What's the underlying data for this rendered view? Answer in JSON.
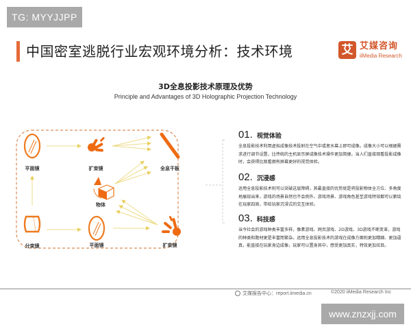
{
  "badge": {
    "text": "TG: MYYJJPP"
  },
  "header": {
    "title": "中国密室逃脱行业宏观环境分析：技术环境",
    "accent_color": "#e56b3a"
  },
  "logo": {
    "mark": "艾",
    "name_cn": "艾媒咨询",
    "name_en": "iiMedia Research",
    "color": "#d2572a"
  },
  "diagram": {
    "title": "3D全息投影技术原理及优势",
    "subtitle": "Principle and Advantages of 3D Holographic Projection Technology",
    "stroke_color": "#ee7a1f",
    "arrow_color": "#f0d77a",
    "nodes": [
      {
        "id": "mirror-top",
        "label": "平面镜",
        "icon": "flat-mirror-icon"
      },
      {
        "id": "expander-top",
        "label": "扩束镜",
        "icon": "beam-expander-icon"
      },
      {
        "id": "holo-plate",
        "label": "全息干板",
        "icon": "holographic-plate-icon"
      },
      {
        "id": "object",
        "label": "物体",
        "icon": "3d-object-icon"
      },
      {
        "id": "splitter",
        "label": "分束镜",
        "icon": "beam-splitter-icon"
      },
      {
        "id": "mirror-bottom",
        "label": "平面镜",
        "icon": "flat-mirror-icon"
      },
      {
        "id": "expander-bottom",
        "label": "扩束镜",
        "icon": "beam-expander-icon"
      }
    ]
  },
  "points": [
    {
      "num": "01.",
      "title": "视觉体验",
      "body": "全息投影技术利用虚拟成像技术投射在空气中或者水幕上即可成像。成像大小可以根据需求进行调节设置，比传统的主机显示屏成像技术操作更加简便。当人们直接观看投影成像时，会获得比观看拥有屏幕更好的视觉体验。"
    },
    {
      "num": "02.",
      "title": "沉浸感",
      "body": "运用全息投影技术则可以突破这层障碍，其最直接的优势就是将投影物体全方位、多角度地展现出来，游戏的场景自然也不会例外。游戏场景、游戏角色甚至游戏特效都可以萦绕在玩家四周，带给玩家沉浸式的交互体验。"
    },
    {
      "num": "03.",
      "title": "科技感",
      "body": "当今社会的游戏种类丰富多样，像素游戏、网页游戏、2D游戏、3D游戏不断变革，游戏的种类和题材更是丰富而繁杂。运用全息投影技术的游戏在成像方面则更加精细、更加逼真，能直接在玩家身边成像，玩家可以置身其中，感受更加真实，特效更加炫目。"
    }
  ],
  "footer": {
    "source": "艾媒报告中心：report.iimedia.cn",
    "copyright": "©2020  iiMedia Research  Inc"
  },
  "watermark": {
    "text": "www.znzxjj.com"
  }
}
